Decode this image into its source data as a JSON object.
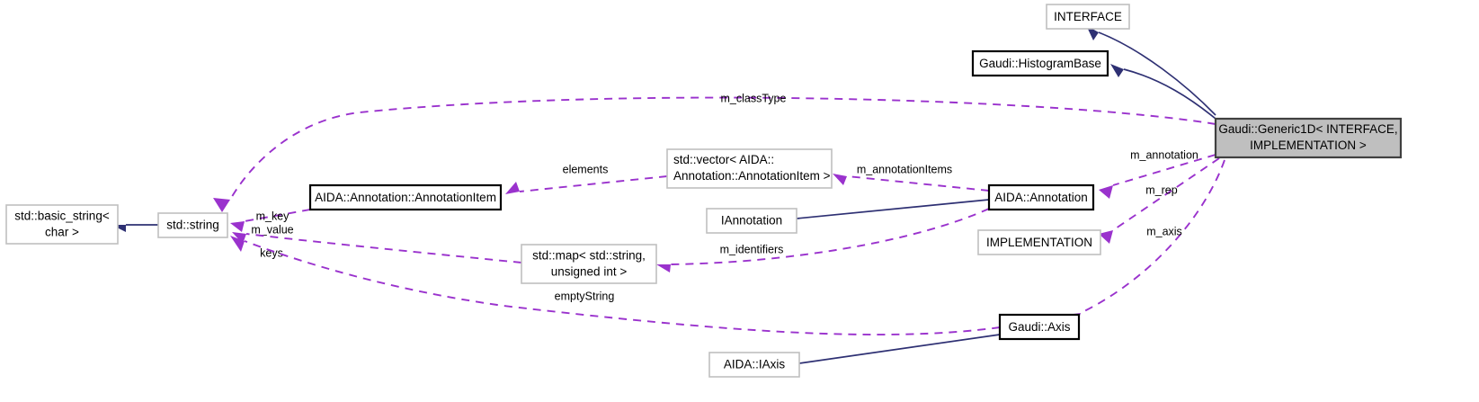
{
  "diagram": {
    "title": "Gaudi::Generic1D< INTERFACE, IMPLEMENTATION > collaboration diagram",
    "type": "uml-collaboration-graph",
    "colors": {
      "inheritance_edge": "#2e3073",
      "usage_edge": "#9a32cd",
      "focus_node_fill": "#bfbfbf",
      "node_fill": "#ffffff",
      "node_border_plain": "#bfbfbf",
      "node_border_bold": "#000000",
      "background": "#ffffff"
    },
    "nodes": [
      {
        "id": "interface",
        "lines": [
          "INTERFACE"
        ],
        "style": "plain"
      },
      {
        "id": "histogrambase",
        "lines": [
          "Gaudi::HistogramBase"
        ],
        "style": "bold"
      },
      {
        "id": "generic1d",
        "lines": [
          "Gaudi::Generic1D< INTERFACE,",
          "IMPLEMENTATION >"
        ],
        "style": "focus"
      },
      {
        "id": "basicstring",
        "lines": [
          "std::basic_string<",
          "char >"
        ],
        "style": "plain"
      },
      {
        "id": "string",
        "lines": [
          "std::string"
        ],
        "style": "plain"
      },
      {
        "id": "annotationitem",
        "lines": [
          "AIDA::Annotation::AnnotationItem"
        ],
        "style": "bold"
      },
      {
        "id": "vectoritem",
        "lines": [
          "std::vector< AIDA::",
          "Annotation::AnnotationItem >"
        ],
        "style": "plain"
      },
      {
        "id": "iannotation",
        "lines": [
          "IAnnotation"
        ],
        "style": "plain"
      },
      {
        "id": "annotation",
        "lines": [
          "AIDA::Annotation"
        ],
        "style": "bold"
      },
      {
        "id": "implementation",
        "lines": [
          "IMPLEMENTATION"
        ],
        "style": "plain"
      },
      {
        "id": "mapstring",
        "lines": [
          "std::map< std::string,",
          "unsigned int >"
        ],
        "style": "plain"
      },
      {
        "id": "gaudiaxis",
        "lines": [
          "Gaudi::Axis"
        ],
        "style": "bold"
      },
      {
        "id": "iaxis",
        "lines": [
          "AIDA::IAxis"
        ],
        "style": "plain"
      }
    ],
    "edges": [
      {
        "id": "e-interface",
        "from": "generic1d",
        "to": "interface",
        "kind": "inheritance",
        "label": ""
      },
      {
        "id": "e-histogrambase",
        "from": "generic1d",
        "to": "histogrambase",
        "kind": "inheritance",
        "label": ""
      },
      {
        "id": "e-iannotation",
        "from": "annotation",
        "to": "iannotation",
        "kind": "inheritance",
        "label": ""
      },
      {
        "id": "e-iaxis",
        "from": "gaudiaxis",
        "to": "iaxis",
        "kind": "inheritance",
        "label": ""
      },
      {
        "id": "e-classtype",
        "from": "generic1d",
        "to": "string",
        "kind": "usage",
        "label": "m_classType"
      },
      {
        "id": "e-annotation",
        "from": "generic1d",
        "to": "annotation",
        "kind": "usage",
        "label": "m_annotation"
      },
      {
        "id": "e-rep",
        "from": "generic1d",
        "to": "implementation",
        "kind": "usage",
        "label": "m_rep"
      },
      {
        "id": "e-axis",
        "from": "generic1d",
        "to": "gaudiaxis",
        "kind": "usage",
        "label": "m_axis"
      },
      {
        "id": "e-annotitems",
        "from": "annotation",
        "to": "vectoritem",
        "kind": "usage",
        "label": "m_annotationItems"
      },
      {
        "id": "e-elements",
        "from": "vectoritem",
        "to": "annotationitem",
        "kind": "usage",
        "label": "elements"
      },
      {
        "id": "e-identifiers",
        "from": "annotation",
        "to": "mapstring",
        "kind": "usage",
        "label": "m_identifiers"
      },
      {
        "id": "e-keyvalue",
        "from": "annotationitem",
        "to": "string",
        "kind": "usage",
        "label": "m_key\nm_value"
      },
      {
        "id": "e-keys",
        "from": "mapstring",
        "to": "string",
        "kind": "usage",
        "label": "keys"
      },
      {
        "id": "e-emptystring",
        "from": "gaudiaxis",
        "to": "string",
        "kind": "usage",
        "label": "emptyString"
      },
      {
        "id": "e-basicstring",
        "from": "string",
        "to": "basicstring",
        "kind": "inheritance",
        "label": ""
      }
    ],
    "edge_labels": {
      "m_classType": "m_classType",
      "m_annotation": "m_annotation",
      "m_rep": "m_rep",
      "m_axis": "m_axis",
      "m_annotationItems": "m_annotationItems",
      "elements": "elements",
      "m_identifiers": "m_identifiers",
      "m_key": "m_key",
      "m_value": "m_value",
      "keys": "keys",
      "emptyString": "emptyString"
    },
    "node_text": {
      "interface": "INTERFACE",
      "histogrambase": "Gaudi::HistogramBase",
      "generic1d_l1": "Gaudi::Generic1D< INTERFACE,",
      "generic1d_l2": "IMPLEMENTATION >",
      "basicstring_l1": "std::basic_string<",
      "basicstring_l2": "char >",
      "string": "std::string",
      "annotationitem": "AIDA::Annotation::AnnotationItem",
      "vectoritem_l1": "std::vector< AIDA::",
      "vectoritem_l2": "Annotation::AnnotationItem >",
      "iannotation": "IAnnotation",
      "annotation": "AIDA::Annotation",
      "implementation": "IMPLEMENTATION",
      "mapstring_l1": "std::map< std::string,",
      "mapstring_l2": "unsigned int >",
      "gaudiaxis": "Gaudi::Axis",
      "iaxis": "AIDA::IAxis"
    }
  }
}
